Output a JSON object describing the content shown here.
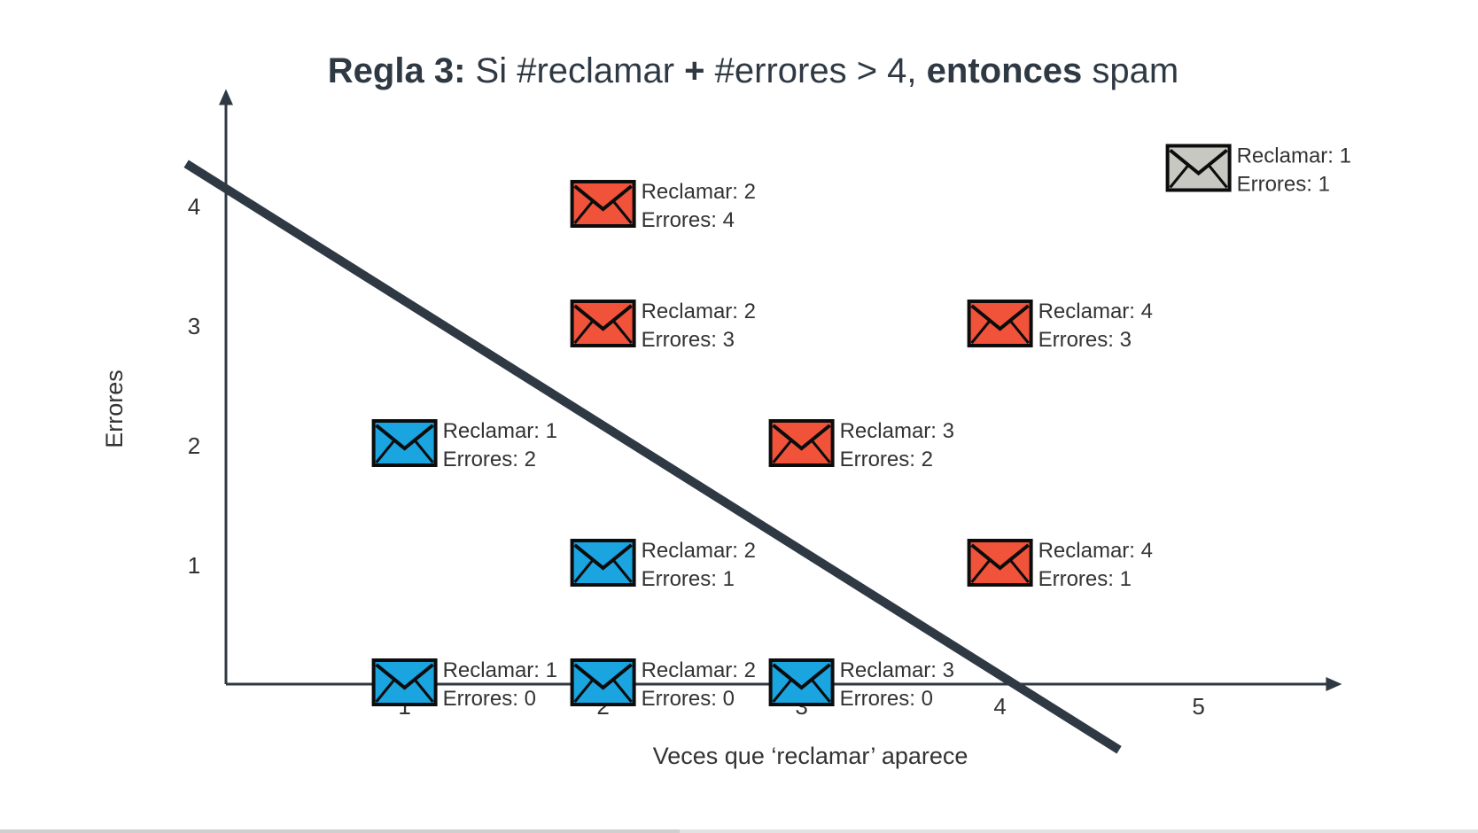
{
  "title": {
    "bold_prefix": "Regla 3:",
    "part1": " Si #reclamar ",
    "plus": "+",
    "part2": " #errores > 4, ",
    "bold_then": "entonces",
    "tail": " spam"
  },
  "chart_data": {
    "type": "scatter",
    "xlabel": "Veces que ‘reclamar’ aparece",
    "ylabel": "Errores",
    "x_ticks": [
      "1",
      "2",
      "3",
      "4",
      "5"
    ],
    "y_ticks": [
      "1",
      "2",
      "3",
      "4"
    ],
    "xlim": [
      0.1,
      5.7
    ],
    "ylim": [
      0,
      4.9
    ],
    "boundary_line": {
      "x": [
        -0.1,
        4.6
      ],
      "y": [
        4.35,
        -0.55
      ],
      "color": "#2f3943"
    },
    "colors": {
      "spam": "#f0533a",
      "not_spam": "#1aa4e0",
      "outlier": "#c8c8c2",
      "axis": "#2f3943",
      "text": "#333333"
    },
    "points": [
      {
        "x": 1,
        "y": 0,
        "class": "not_spam",
        "line1": "Reclamar: 1",
        "line2": "Errores: 0"
      },
      {
        "x": 2,
        "y": 0,
        "class": "not_spam",
        "line1": "Reclamar: 2",
        "line2": "Errores: 0"
      },
      {
        "x": 3,
        "y": 0,
        "class": "not_spam",
        "line1": "Reclamar: 3",
        "line2": "Errores: 0"
      },
      {
        "x": 2,
        "y": 1,
        "class": "not_spam",
        "line1": "Reclamar: 2",
        "line2": "Errores: 1"
      },
      {
        "x": 1,
        "y": 2,
        "class": "not_spam",
        "line1": "Reclamar: 1",
        "line2": "Errores: 2"
      },
      {
        "x": 3,
        "y": 2,
        "class": "spam",
        "line1": "Reclamar: 3",
        "line2": "Errores: 2"
      },
      {
        "x": 2,
        "y": 3,
        "class": "spam",
        "line1": "Reclamar: 2",
        "line2": "Errores: 3"
      },
      {
        "x": 4,
        "y": 3,
        "class": "spam",
        "line1": "Reclamar: 4",
        "line2": "Errores: 3"
      },
      {
        "x": 2,
        "y": 4,
        "class": "spam",
        "line1": "Reclamar: 2",
        "line2": "Errores: 4"
      },
      {
        "x": 4,
        "y": 1,
        "class": "spam",
        "line1": "Reclamar: 4",
        "line2": "Errores: 1"
      },
      {
        "x": 5,
        "y": 4.3,
        "class": "outlier",
        "line1": "Reclamar: 1",
        "line2": "Errores: 1"
      }
    ]
  },
  "video_progress": 0.46
}
